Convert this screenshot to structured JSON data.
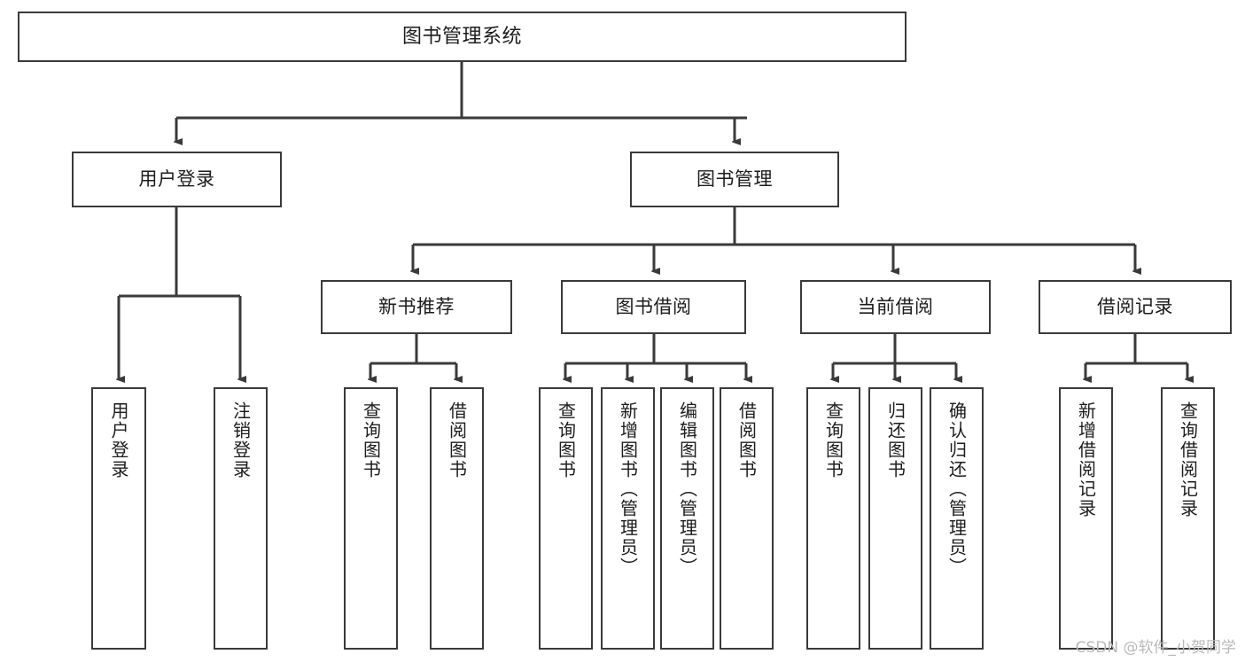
{
  "diagram": {
    "title": "图书管理系统",
    "type": "tree-structure-chart",
    "watermark": "CSDN @软件_小贺同学",
    "stroke_color": "#3a3a3a",
    "text_color": "#1c1c1c",
    "background_color": "#ffffff"
  },
  "nodes": {
    "root": {
      "label": "图书管理系统"
    },
    "level2": [
      {
        "label": "用户登录"
      },
      {
        "label": "图书管理"
      }
    ],
    "level3": [
      {
        "label": "新书推荐"
      },
      {
        "label": "图书借阅"
      },
      {
        "label": "当前借阅"
      },
      {
        "label": "借阅记录"
      }
    ],
    "leaves": {
      "user_login": [
        {
          "label": "用户登录"
        },
        {
          "label": "注销登录"
        }
      ],
      "new_book": [
        {
          "label": "查询图书"
        },
        {
          "label": "借阅图书"
        }
      ],
      "book_borrow": [
        {
          "label": "查询图书"
        },
        {
          "label": "新增图书（管理员）"
        },
        {
          "label": "编辑图书（管理员）"
        },
        {
          "label": "借阅图书"
        }
      ],
      "current_borrow": [
        {
          "label": "查询图书"
        },
        {
          "label": "归还图书"
        },
        {
          "label": "确认归还（管理员）"
        }
      ],
      "borrow_record": [
        {
          "label": "新增借阅记录"
        },
        {
          "label": "查询借阅记录"
        }
      ]
    }
  }
}
